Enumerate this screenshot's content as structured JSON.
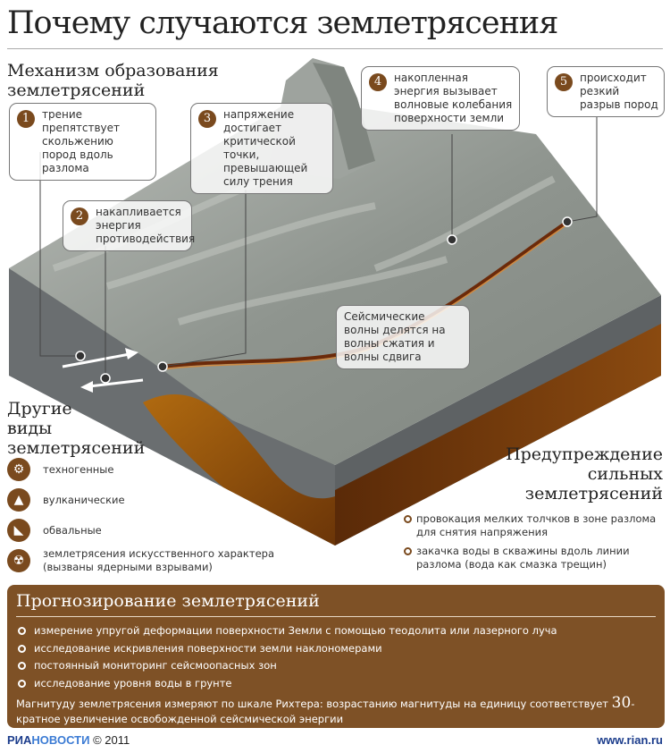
{
  "title": "Почему случаются землетрясения",
  "mechanism": {
    "heading_line1": "Механизм образования",
    "heading_line2": "землетрясений",
    "steps": [
      {
        "num": "1",
        "text": "трение препятствует скольжению пород вдоль разлома"
      },
      {
        "num": "2",
        "text": "накапливается энергия противодействия"
      },
      {
        "num": "3",
        "text": "напряжение достигает критической точки, превышающей силу трения"
      },
      {
        "num": "4",
        "text": "накопленная энергия вызывает волновые колебания поверхности земли"
      },
      {
        "num": "5",
        "text": "происходит резкий разрыв пород"
      }
    ],
    "waves_note": "Сейсмические волны делятся на волны сжатия и волны сдвига"
  },
  "other_types": {
    "heading_line1": "Другие",
    "heading_line2": "виды",
    "heading_line3": "землетрясений",
    "items": [
      {
        "icon": "gears-icon",
        "label": "техногенные"
      },
      {
        "icon": "volcano-icon",
        "label": "вулканические"
      },
      {
        "icon": "landslide-icon",
        "label": "обвальные"
      },
      {
        "icon": "radiation-icon",
        "label": "землетрясения искусственного характера (вызваны ядерными взрывами)"
      }
    ]
  },
  "warning": {
    "heading_line1": "Предупреждение",
    "heading_line2": "сильных",
    "heading_line3": "землетрясений",
    "items": [
      "провокация мелких толчков в зоне разлома для снятия напряжения",
      "закачка воды в скважины вдоль линии разлома (вода как смазка трещин)"
    ]
  },
  "forecast": {
    "heading": "Прогнозирование землетрясений",
    "items": [
      "измерение упругой деформации поверхности Земли с помощью теодолита или лазерного луча",
      "исследование искривления поверхности земли наклономерами",
      "постоянный мониторинг сейсмоопасных зон",
      "исследование уровня воды в грунте"
    ],
    "note_before": "Магнитуду землетрясения измеряют по шкале Рихтера: возрастанию магнитуды на единицу соответствует ",
    "note_number": "30",
    "note_after": "-кратное увеличение освобожденной сейсмической энергии"
  },
  "footer": {
    "logo_ria": "РИА",
    "logo_novosti": "НОВОСТИ",
    "copyright": "© 2011",
    "url": "www.rian.ru"
  },
  "colors": {
    "brown": "#7e5126",
    "accent_num": "#7a4a1e",
    "rock": "#8c938c"
  }
}
